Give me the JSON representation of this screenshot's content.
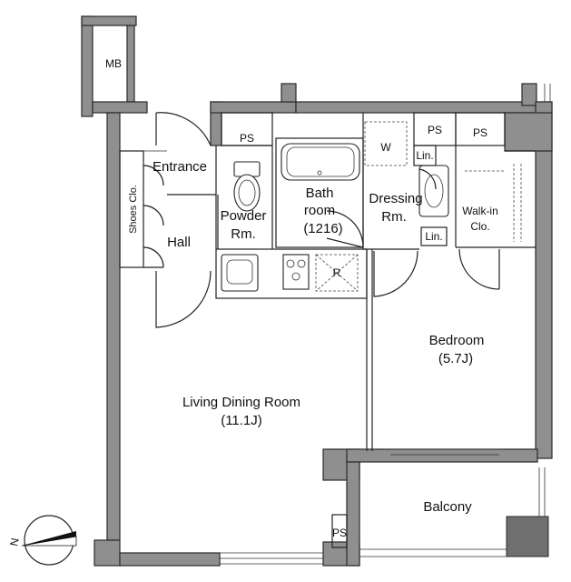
{
  "rooms": {
    "mb": "MB",
    "ps_top": "PS",
    "ps_mid": "PS",
    "ps_right": "PS",
    "ps_bottom": "PS",
    "entrance": "Entrance",
    "shoes": "Shoes Clo.",
    "hall": "Hall",
    "powder_1": "Powder",
    "powder_2": "Rm.",
    "bath_1": "Bath",
    "bath_2": "room",
    "bath_3": "(1216)",
    "washer": "W",
    "lin_1": "Lin.",
    "lin_2": "Lin.",
    "dressing_1": "Dressing",
    "dressing_2": "Rm.",
    "walkin_1": "Walk-in",
    "walkin_2": "Clo.",
    "fridge": "R",
    "bedroom_1": "Bedroom",
    "bedroom_2": "(5.7J)",
    "ldr_1": "Living Dining Room",
    "ldr_2": "(11.1J)",
    "balcony": "Balcony"
  },
  "compass": {
    "north_label": "N"
  }
}
